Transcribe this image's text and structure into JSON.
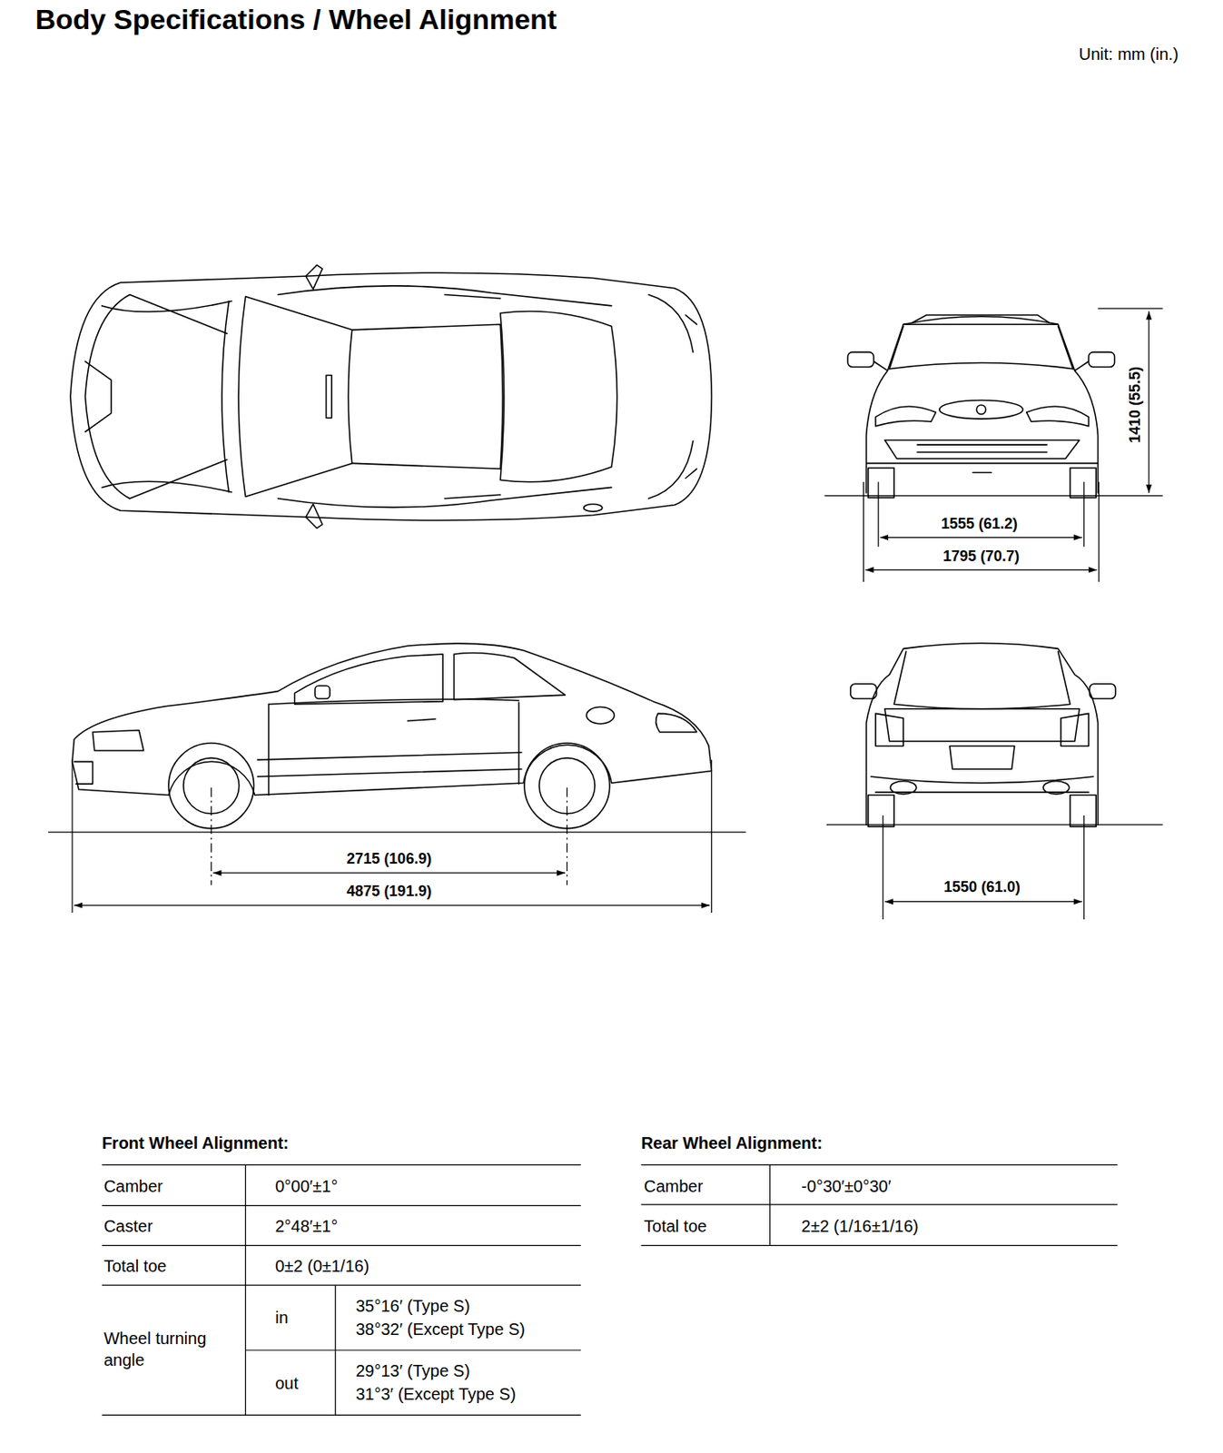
{
  "diagram": {
    "title": "Body Specifications / Wheel Alignment",
    "labels": [
      "Unit: mm (in.)",
      "1410 (55.5)",
      "1555 (61.2)",
      "1795 (70.7)",
      "2715 (106.9)",
      "4875 (191.9)",
      "1550 (61.0)",
      "Front Wheel Alignment:",
      "Rear Wheel Alignment:",
      "Camber",
      "0°00′±1°",
      "Caster",
      "2°48′±1°",
      "Total toe",
      "0±2 (0±1/16)",
      "Wheel turning angle",
      "in",
      "35°16′ (Type S)",
      "38°32′ (Except Type S)",
      "out",
      "29°13′ (Type S)",
      "31°3′ (Except Type S)",
      "Camber",
      "-0°30′±0°30′",
      "Total toe",
      "2±2 (1/16±1/16)"
    ]
  }
}
